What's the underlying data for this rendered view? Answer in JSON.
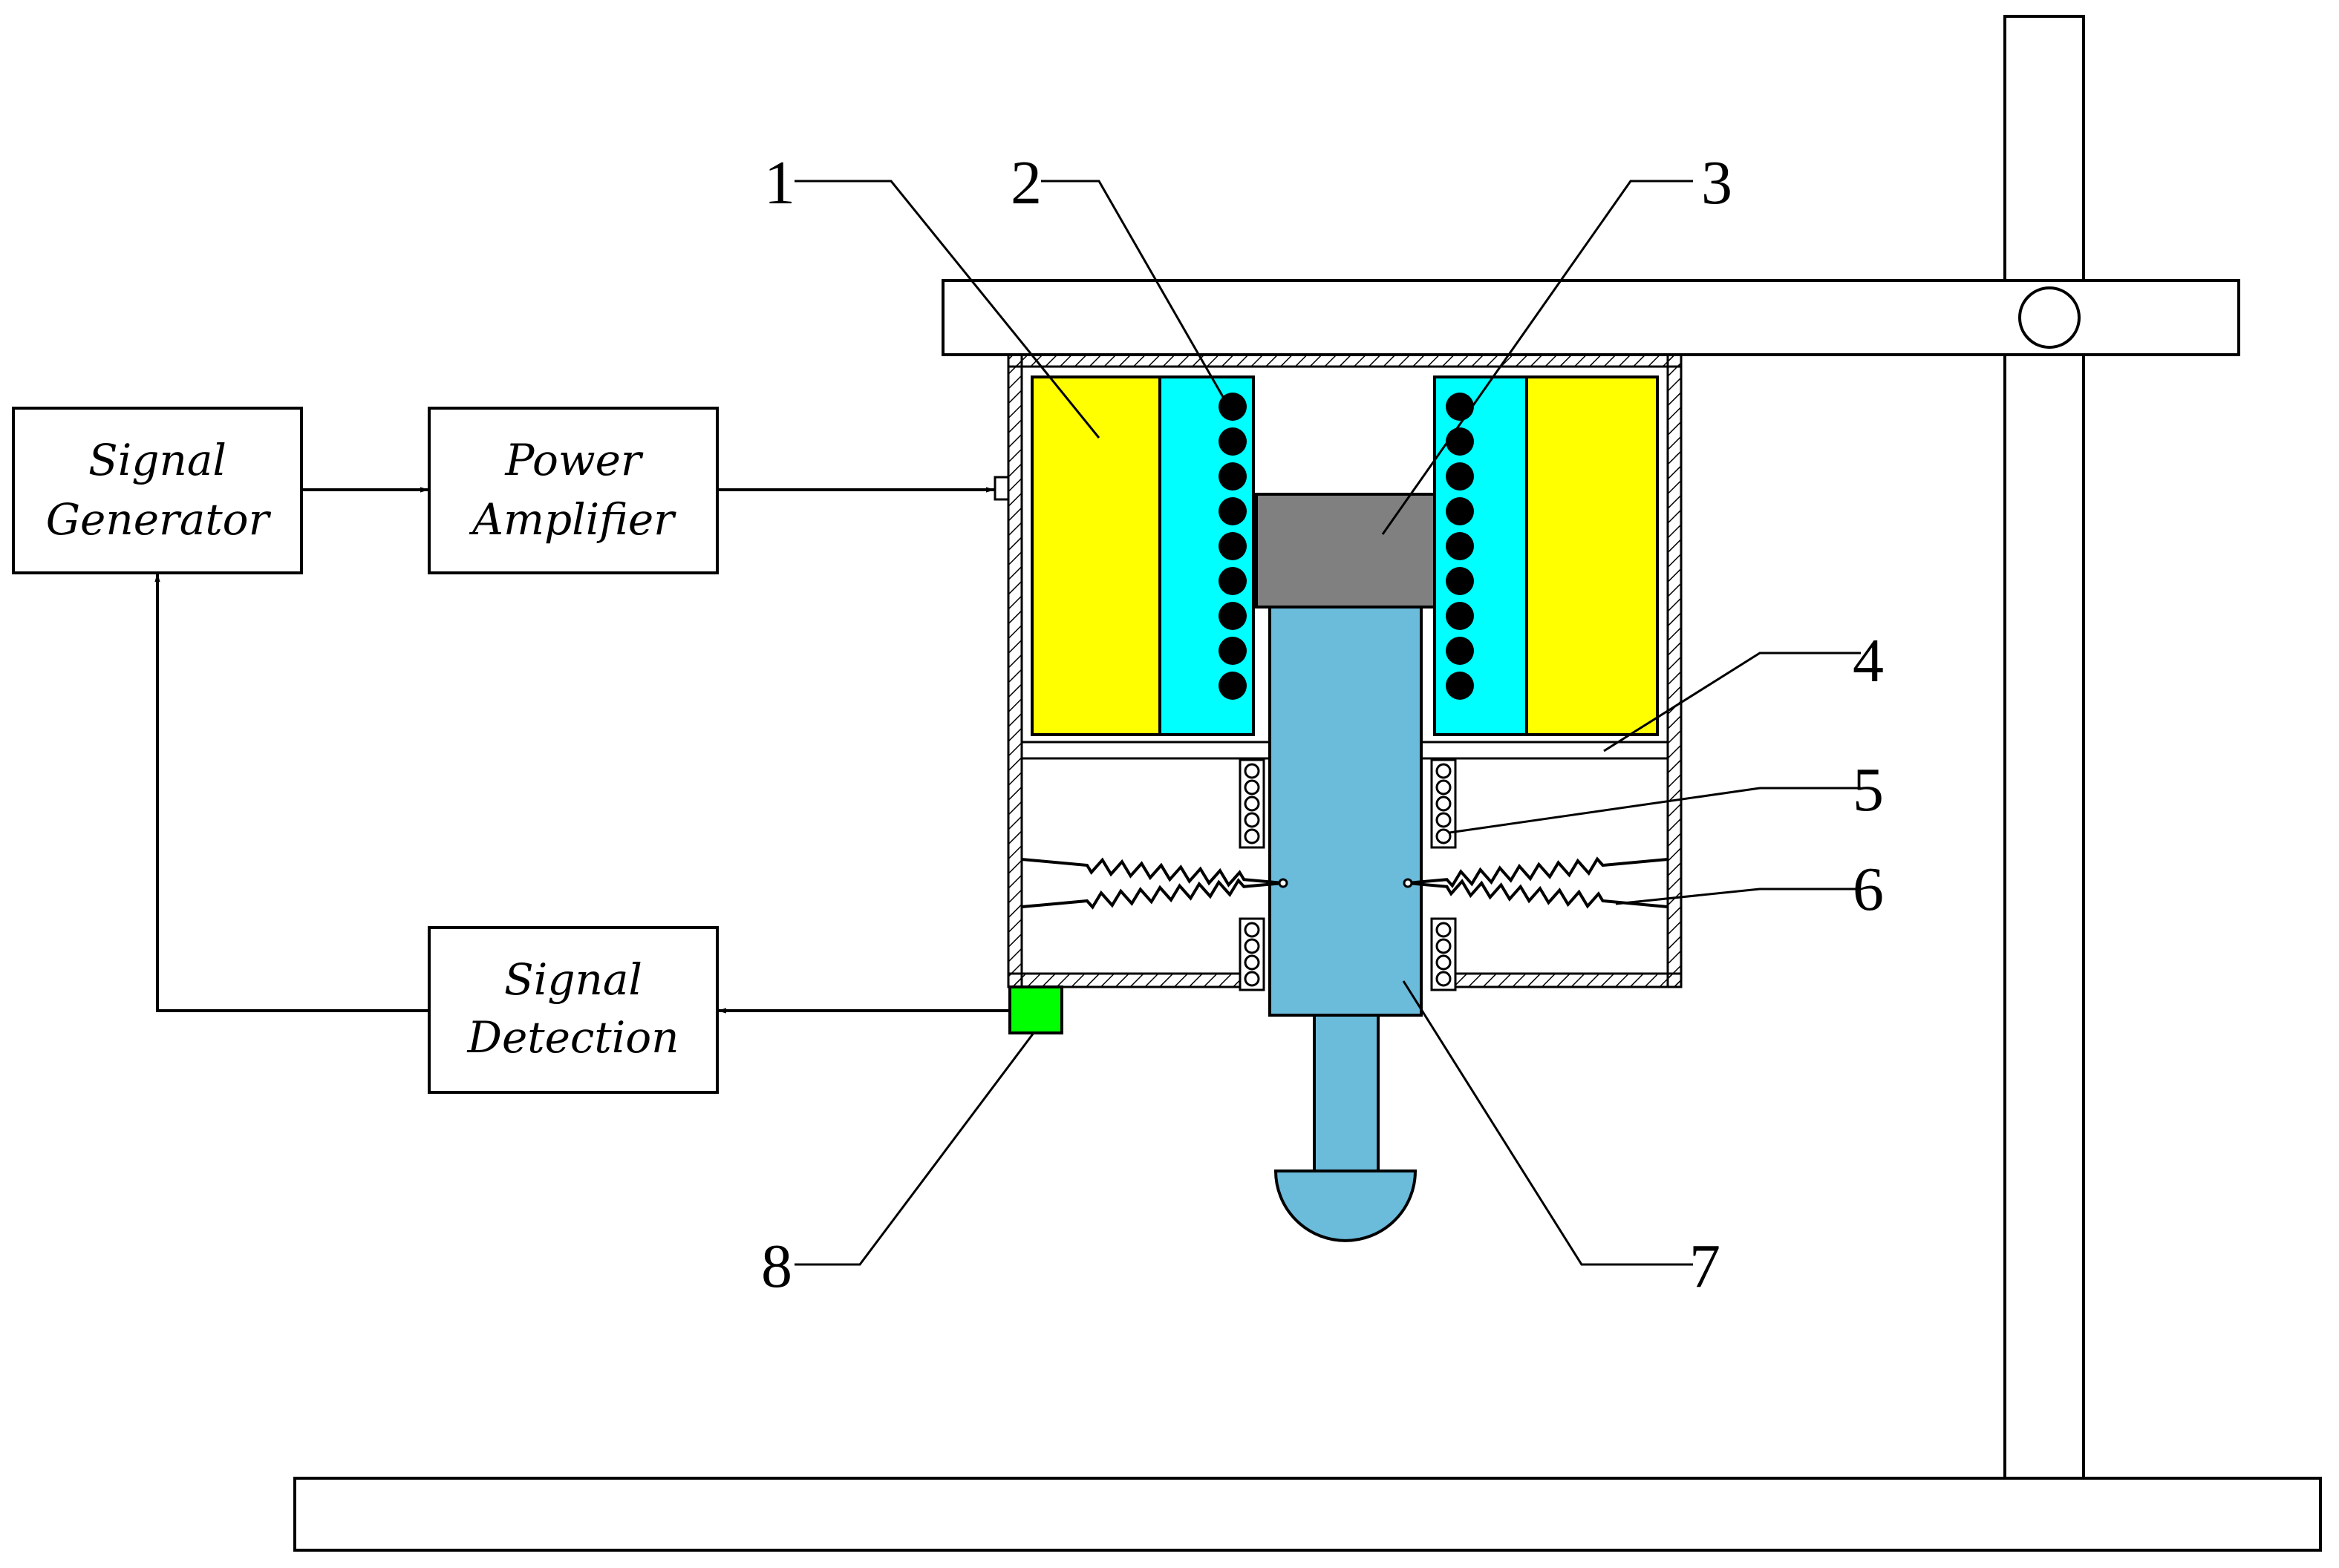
{
  "blocks": {
    "signal_generator": {
      "line1": "Signal",
      "line2": "Generator"
    },
    "power_amplifier": {
      "line1": "Power",
      "line2": "Amplifier"
    },
    "signal_detection": {
      "line1": "Signal",
      "line2": "Detection"
    }
  },
  "labels": {
    "n1": "1",
    "n2": "2",
    "n3": "3",
    "n4": "4",
    "n5": "5",
    "n6": "6",
    "n7": "7",
    "n8": "8"
  },
  "colors": {
    "magnet": "#FFFF00",
    "coil_former": "#00FFFF",
    "coil_wire": "#000000",
    "armature": "#808080",
    "shaft": "#6BBBDB",
    "sensor": "#00FF00",
    "outline": "#000000"
  }
}
